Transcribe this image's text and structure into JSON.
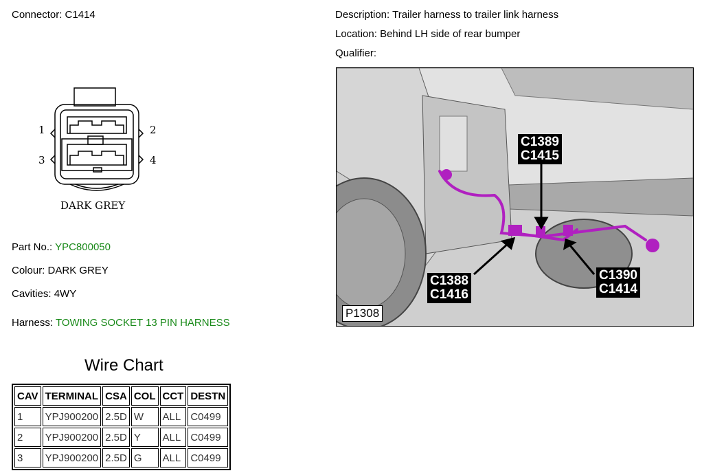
{
  "connector": {
    "label": "Connector:",
    "value": "C1414"
  },
  "description": {
    "label": "Description:",
    "value": "Trailer harness to trailer link harness"
  },
  "location": {
    "label": "Location:",
    "value": "Behind LH side of rear bumper"
  },
  "qualifier": {
    "label": "Qualifier:",
    "value": ""
  },
  "diagram": {
    "pins": [
      "1",
      "2",
      "3",
      "4"
    ],
    "colour_label": "DARK GREY"
  },
  "part_no": {
    "label": "Part No.:",
    "value": "YPC800050"
  },
  "colour": {
    "label": "Colour:",
    "value": "DARK GREY"
  },
  "cavities": {
    "label": "Cavities:",
    "value": "4WY"
  },
  "harness": {
    "label": "Harness:",
    "value": "TOWING SOCKET 13 PIN HARNESS"
  },
  "wire_chart": {
    "title": "Wire Chart",
    "headers": [
      "CAV",
      "TERMINAL",
      "CSA",
      "COL",
      "CCT",
      "DESTN"
    ],
    "rows": [
      [
        "1",
        "YPJ900200",
        "2.5D",
        "W",
        "ALL",
        "C0499"
      ],
      [
        "2",
        "YPJ900200",
        "2.5D",
        "Y",
        "ALL",
        "C0499"
      ],
      [
        "3",
        "YPJ900200",
        "2.5D",
        "G",
        "ALL",
        "C0499"
      ]
    ]
  },
  "photo": {
    "callouts": [
      {
        "lines": [
          "C1389",
          "C1415"
        ]
      },
      {
        "lines": [
          "C1388",
          "C1416"
        ]
      },
      {
        "lines": [
          "C1390",
          "C1414"
        ]
      }
    ],
    "figure_id": "P1308"
  },
  "colors": {
    "link_green": "#1a8a1a",
    "harness_magenta": "#b020c0"
  }
}
